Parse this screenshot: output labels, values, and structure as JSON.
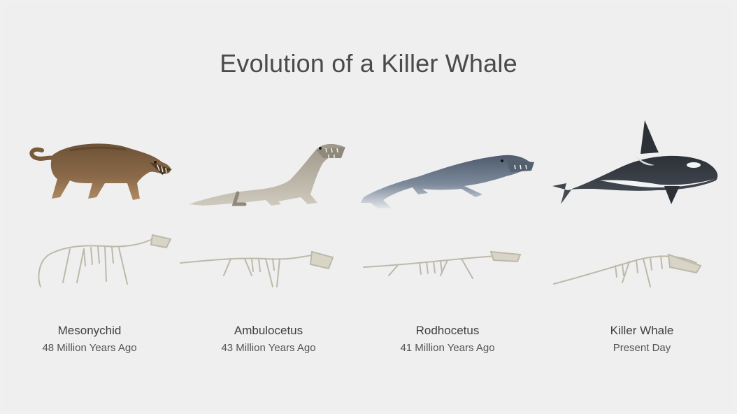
{
  "title": "Evolution of a Killer Whale",
  "colors": {
    "background": "#efefef",
    "title": "#4a4a4a",
    "bone": "#d8d4c6",
    "bone_shadow": "#a9a595",
    "mesonychid_fur": "#8b6a4a",
    "ambulocetus_skin": "#b8b2a4",
    "rodhocetus_skin": "#6f7d8f",
    "orca_black": "#3a3f46",
    "orca_white": "#f3f4f6"
  },
  "stages": [
    {
      "name": "Mesonychid",
      "age": "48 Million Years Ago",
      "animal_icon": "mesonychid-icon",
      "skeleton_icon": "mesonychid-skeleton-icon"
    },
    {
      "name": "Ambulocetus",
      "age": "43 Million Years Ago",
      "animal_icon": "ambulocetus-icon",
      "skeleton_icon": "ambulocetus-skeleton-icon"
    },
    {
      "name": "Rodhocetus",
      "age": "41 Million Years Ago",
      "animal_icon": "rodhocetus-icon",
      "skeleton_icon": "rodhocetus-skeleton-icon"
    },
    {
      "name": "Killer Whale",
      "age": "Present Day",
      "animal_icon": "killer-whale-icon",
      "skeleton_icon": "killer-whale-skeleton-icon"
    }
  ]
}
